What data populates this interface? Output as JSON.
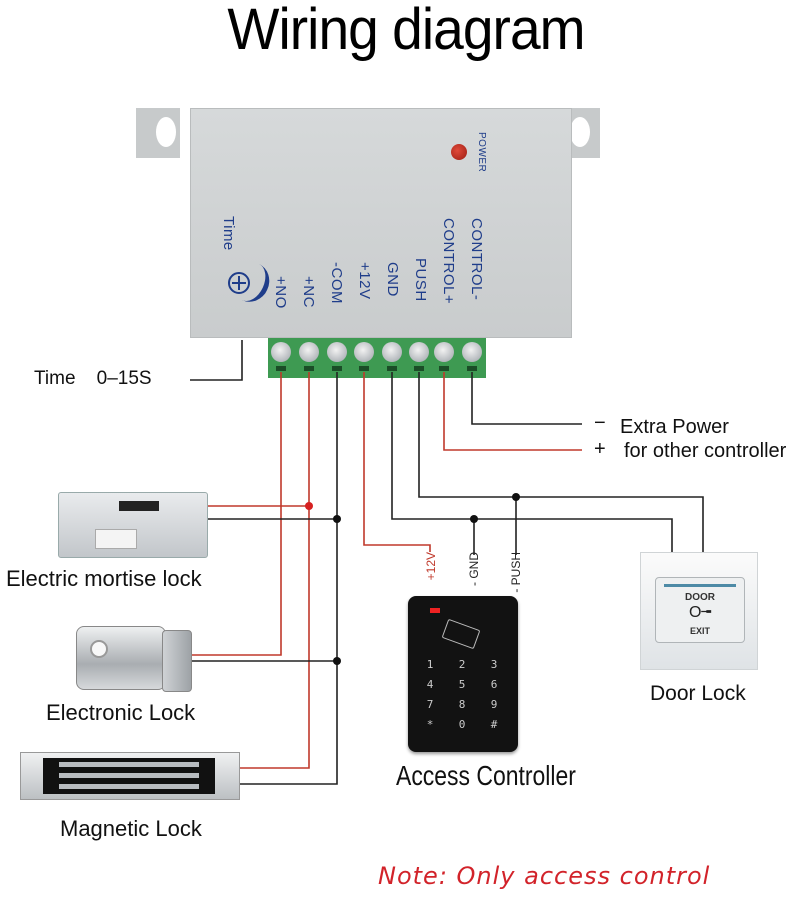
{
  "title": "Wiring diagram",
  "controller_box": {
    "power_label": "POWER",
    "time_label": "Time",
    "terminals": [
      "+NO",
      "+NC",
      "-COM",
      "+12V",
      "GND",
      "PUSH",
      "CONTROL+",
      "CONTROL-"
    ]
  },
  "time_callout": "Time    0–15S",
  "extra_power": {
    "minus_sign": "−",
    "plus_sign": "+",
    "line1": "Extra Power",
    "line2": "for other controller"
  },
  "devices": {
    "mortise_lock": "Electric mortise lock",
    "electronic_lock": "Electronic Lock",
    "magnetic_lock": "Magnetic Lock",
    "access_controller": "Access Controller",
    "door_lock": "Door Lock"
  },
  "access_controller_pins": [
    "+12V",
    "- GND",
    "- PUSH"
  ],
  "keypad_keys": [
    "1",
    "2",
    "3",
    "4",
    "5",
    "6",
    "7",
    "8",
    "9",
    "*",
    "0",
    "#"
  ],
  "exit_button": {
    "top": "DOOR",
    "key": "O╼",
    "bottom": "EXIT"
  },
  "note": "Note: Only access control",
  "colors": {
    "red_wire": "#c0392b",
    "black_wire": "#222222",
    "label_blue": "#1f3d8a",
    "note_red": "#d2232a",
    "terminal_green": "#3e9a52"
  }
}
